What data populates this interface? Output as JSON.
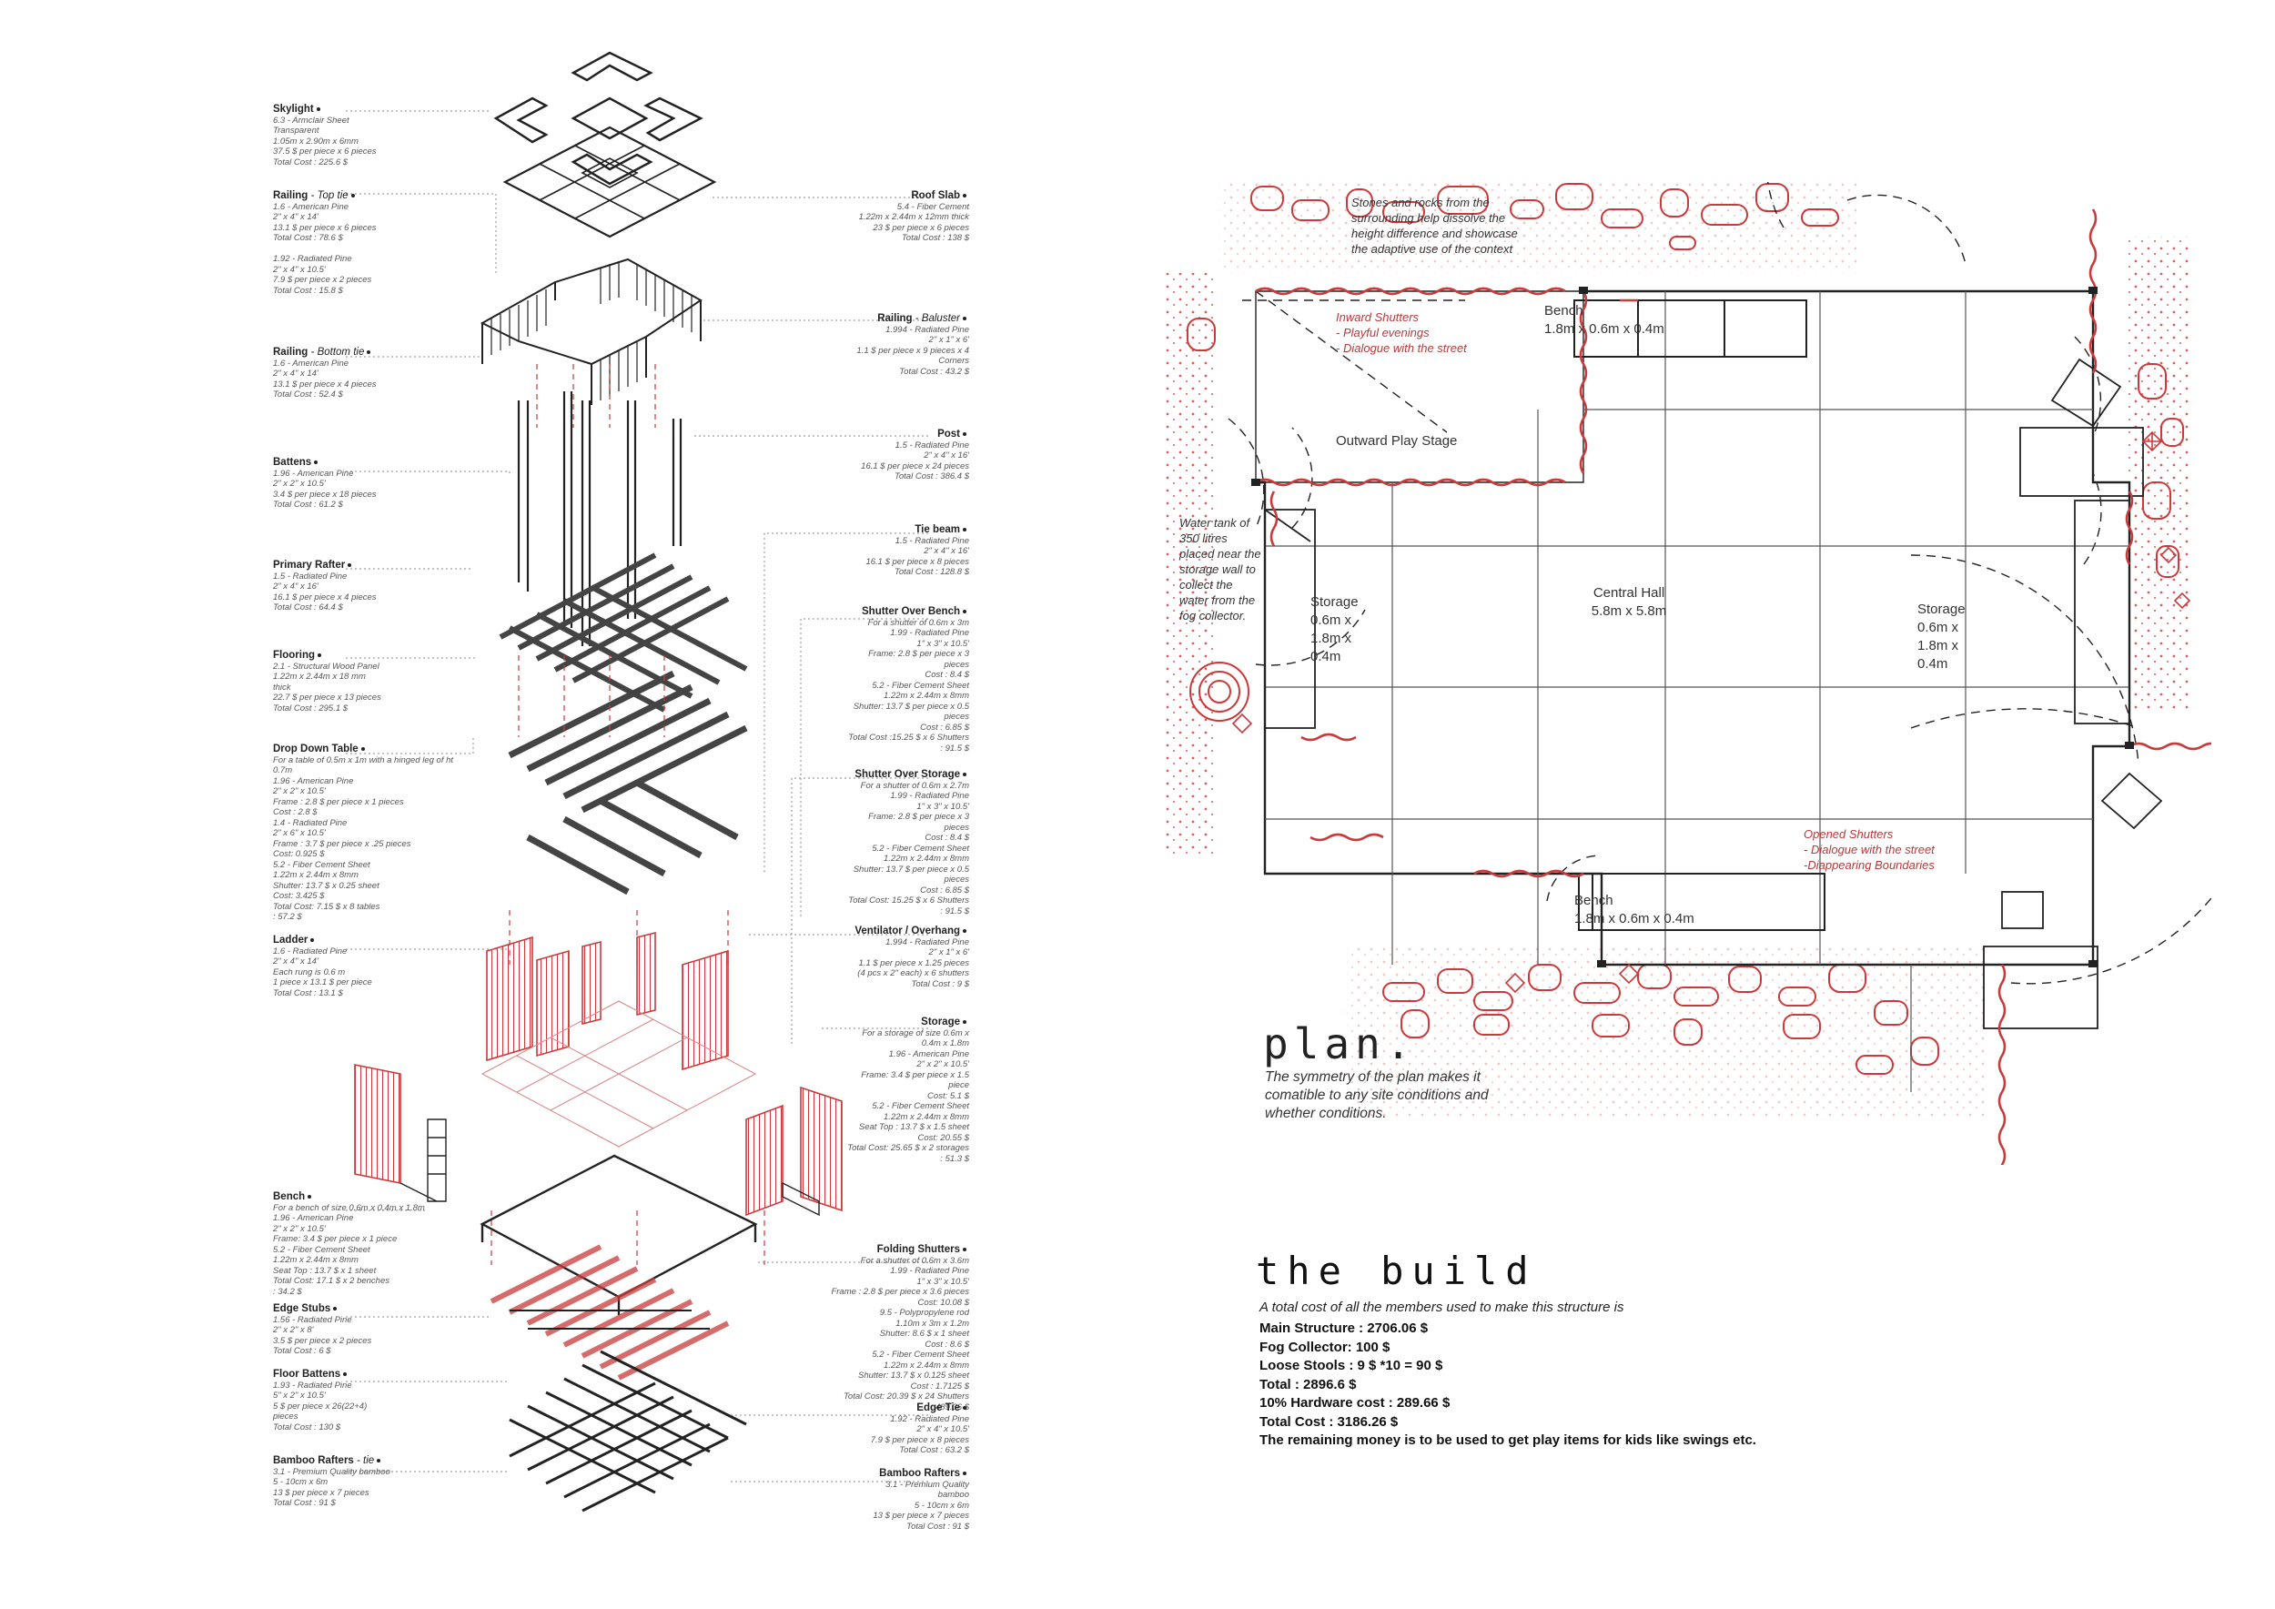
{
  "colors": {
    "accent": "#c93a3a",
    "ink": "#222222",
    "guide": "#888888"
  },
  "exploded_left": [
    {
      "title": "Skylight",
      "sub": "",
      "desc": "6.3 - Armclair Sheet\nTransparent\n1.05m x 2.90m x 6mm\n37.5 $ per piece x 6 pieces\nTotal Cost : 225.6 $"
    },
    {
      "title": "Railing",
      "sub": "- Top tie",
      "desc": "1.6 - American Pine\n2\" x 4\" x 14'\n13.1 $ per piece x 6 pieces\nTotal Cost : 78.6 $\n\n1.92 - Radiated Pine\n2\" x 4\" x 10.5'\n7.9 $ per piece x 2 pieces\nTotal Cost : 15.8 $"
    },
    {
      "title": "Railing",
      "sub": "- Bottom tie",
      "desc": "1.6 - American Pine\n2\" x 4\" x 14'\n13.1 $ per piece x 4 pieces\nTotal Cost : 52.4 $"
    },
    {
      "title": "Battens",
      "sub": "",
      "desc": "1.96 - American Pine\n2\" x 2\" x 10.5'\n3.4 $ per piece x 18 pieces\nTotal Cost : 61.2 $"
    },
    {
      "title": "Primary Rafter",
      "sub": "",
      "desc": "1.5 - Radiated Pine\n2\" x 4\" x 16'\n16.1 $ per piece x 4 pieces\nTotal Cost : 64.4 $"
    },
    {
      "title": "Flooring",
      "sub": "",
      "desc": "2.1 - Structural Wood Panel\n1.22m x 2.44m x 18 mm\nthick\n22.7 $ per piece x 13 pieces\nTotal Cost : 295.1 $"
    },
    {
      "title": "Drop Down Table",
      "sub": "",
      "desc": "For a table of 0.5m x 1m with a hinged leg of ht\n0.7m\n1.96 - American Pine\n2\" x 2\" x 10.5'\nFrame : 2.8 $ per piece x 1 pieces\nCost : 2.8 $\n1.4 - Radiated Pine\n2\" x 6\" x 10.5'\nFrame : 3.7 $ per piece x .25 pieces\nCost: 0.925 $\n5.2 - Fiber Cement Sheet\n1.22m x 2.44m x 8mm\nShutter: 13.7 $ x 0.25 sheet\nCost: 3.425 $\nTotal Cost: 7.15 $ x 8 tables\n: 57.2 $"
    },
    {
      "title": "Ladder",
      "sub": "",
      "desc": "1.6 - Radiated Pine\n2\" x 4\" x 14'\nEach rung is 0.6 m\n1 piece x 13.1 $ per piece\nTotal Cost : 13.1 $"
    },
    {
      "title": "Bench",
      "sub": "",
      "desc": "For a bench of size 0.6m x 0.4m x 1.8m\n1.96 - American Pine\n2\" x 2\" x 10.5'\nFrame: 3.4 $ per piece x 1 piece\n5.2 - Fiber Cement Sheet\n1.22m x 2.44m x 8mm\nSeat Top : 13.7 $ x 1 sheet\nTotal Cost: 17.1 $ x 2 benches\n: 34.2 $"
    },
    {
      "title": "Edge Stubs",
      "sub": "",
      "desc": "1.56 - Radiated Pine\n2\" x 2\" x 8'\n3.5 $ per piece x 2 pieces\nTotal Cost : 6 $"
    },
    {
      "title": "Floor Battens",
      "sub": "",
      "desc": "1.93 - Radiated Pine\n5\" x 2\" x 10.5'\n5 $ per piece x 26(22+4)\npieces\nTotal Cost : 130 $"
    },
    {
      "title": "Bamboo Rafters",
      "sub": "- tie",
      "desc": "3.1 - Premium Quality bamboo\n5 - 10cm x 6m\n13 $ per piece x 7 pieces\nTotal Cost : 91 $"
    }
  ],
  "exploded_right": [
    {
      "title": "Roof Slab",
      "sub": "",
      "desc": "5.4 - Fiber Cement\n1.22m x 2.44m x 12mm thick\n23 $ per piece x 6 pieces\nTotal Cost : 138 $"
    },
    {
      "title": "Railing",
      "sub": "- Baluster",
      "desc": "1.994 - Radiated Pine\n2\" x 1\" x 6'\n1.1 $ per piece x 9 pieces x 4\nCorners\nTotal Cost : 43.2 $"
    },
    {
      "title": "Post",
      "sub": "",
      "desc": "1.5 - Radiated Pine\n2\" x 4\" x 16'\n16.1 $ per piece x 24 pieces\nTotal Cost : 386.4 $"
    },
    {
      "title": "Tie beam",
      "sub": "",
      "desc": "1.5 - Radiated Pine\n2\" x 4\" x 16'\n16.1 $ per piece x 8 pieces\nTotal Cost : 128.8 $"
    },
    {
      "title": "Shutter Over Bench",
      "sub": "",
      "desc": "For a shutter of 0.6m x 3m\n1.99 - Radiated Pine\n1\" x 3\" x 10.5'\nFrame: 2.8 $ per piece x 3\npieces\nCost : 8.4 $\n5.2 - Fiber Cement Sheet\n1.22m x 2.44m x 8mm\nShutter: 13.7 $ per piece x 0.5\npieces\nCost : 6.85 $\nTotal Cost :15.25 $ x 6 Shutters\n: 91.5 $"
    },
    {
      "title": "Shutter Over Storage",
      "sub": "",
      "desc": "For a shutter of 0.6m x 2.7m\n1.99 - Radiated Pine\n1\" x 3\" x 10.5'\nFrame: 2.8 $ per piece x 3\npieces\nCost : 8.4 $\n5.2 - Fiber Cement Sheet\n1.22m x 2.44m x 8mm\nShutter: 13.7 $ per piece x 0.5\npieces\nCost : 6.85 $\nTotal Cost: 15.25 $ x 6 Shutters\n: 91.5 $"
    },
    {
      "title": "Ventilator / Overhang",
      "sub": "",
      "desc": "1.994 - Radiated Pine\n2\" x 1\" x 6'\n1.1 $ per piece x 1.25 pieces\n(4 pcs x 2\" each) x 6 shutters\nTotal Cost : 9 $"
    },
    {
      "title": "Storage",
      "sub": "",
      "desc": "For a storage of size 0.6m x\n0.4m x 1.8m\n1.96 - American Pine\n2\" x 2\" x 10.5'\nFrame: 3.4 $ per piece x 1.5\npiece\nCost: 5.1 $\n5.2 - Fiber Cement Sheet\n1.22m x 2.44m x 8mm\nSeat Top : 13.7 $ x 1.5 sheet\nCost: 20.55 $\nTotal Cost: 25.65 $ x 2 storages\n: 51.3 $"
    },
    {
      "title": "Folding Shutters",
      "sub": "",
      "desc": "For a shutter of 0.6m x 3.6m\n1.99 - Radiated Pine\n1\" x 3\" x 10.5'\nFrame : 2.8 $ per piece x 3.6 pieces\nCost: 10.08 $\n9.5 - Polypropylene rod\n1.10m x 3m x 1.2m\nShutter: 8.6 $ x 1 sheet\nCost : 8.6 $\n5.2 - Fiber Cement Sheet\n1.22m x 2.44m x 8mm\nShutter: 13.7 $ x 0.125 sheet\nCost : 1.7125 $\nTotal Cost: 20.39 $ x 24 Shutters\n: 489.36 $"
    },
    {
      "title": "Edge Tie",
      "sub": "",
      "desc": "1.92 - Radiated Pine\n2\" x 4\" x 10.5'\n7.9 $ per piece x 8 pieces\nTotal Cost : 63.2 $"
    },
    {
      "title": "Bamboo Rafters",
      "sub": "",
      "desc": "3.1 - Premium Quality\nbamboo\n5 - 10cm x 6m\n13 $ per piece x 7 pieces\nTotal Cost : 91 $"
    }
  ],
  "plan": {
    "rooms": {
      "bench_top_name": "Bench",
      "bench_top_size": "1.8m x 0.6m x 0.4m",
      "bench_bottom_name": "Bench",
      "bench_bottom_size": "1.8m x 0.6m x 0.4m",
      "central_name": "Central Hall",
      "central_size": "5.8m x 5.8m",
      "storage_left_name": "Storage",
      "storage_left_dims": [
        "0.6m x",
        "1.8m x",
        "0.4m"
      ],
      "storage_right_name": "Storage",
      "storage_right_dims": [
        "0.6m x",
        "1.8m x",
        "0.4m"
      ],
      "outward": "Outward Play Stage"
    },
    "annotations": {
      "stones": [
        "Stones and rocks from the",
        "surrounding help dissolve the",
        "height difference and showcase",
        "the adaptive use of the context"
      ],
      "inward": [
        "Inward Shutters",
        "- Playful evenings",
        "- Dialogue with the street"
      ],
      "water": [
        "Water tank of",
        "350 litres",
        "placed near the",
        "storage wall to",
        "collect the",
        "water from the",
        "fog collector."
      ],
      "opened": [
        "Opened Shutters",
        "- Dialogue with the street",
        "-Diappearing Boundaries"
      ]
    },
    "title": "plan.",
    "note": [
      "The symmetry of the plan makes it",
      "comatible to any site conditions and",
      "whether conditions."
    ]
  },
  "build": {
    "title": "the build",
    "subtitle": "A total cost of all the members used to make this structure is",
    "lines": [
      "Main Structure : 2706.06 $",
      "Fog Collector: 100 $",
      "Loose Stools : 9 $ *10 = 90 $",
      "Total : 2896.6 $",
      "10% Hardware cost : 289.66 $",
      "Total Cost : 3186.26 $",
      "The remaining money is to be used to get play items for kids like swings etc."
    ]
  }
}
